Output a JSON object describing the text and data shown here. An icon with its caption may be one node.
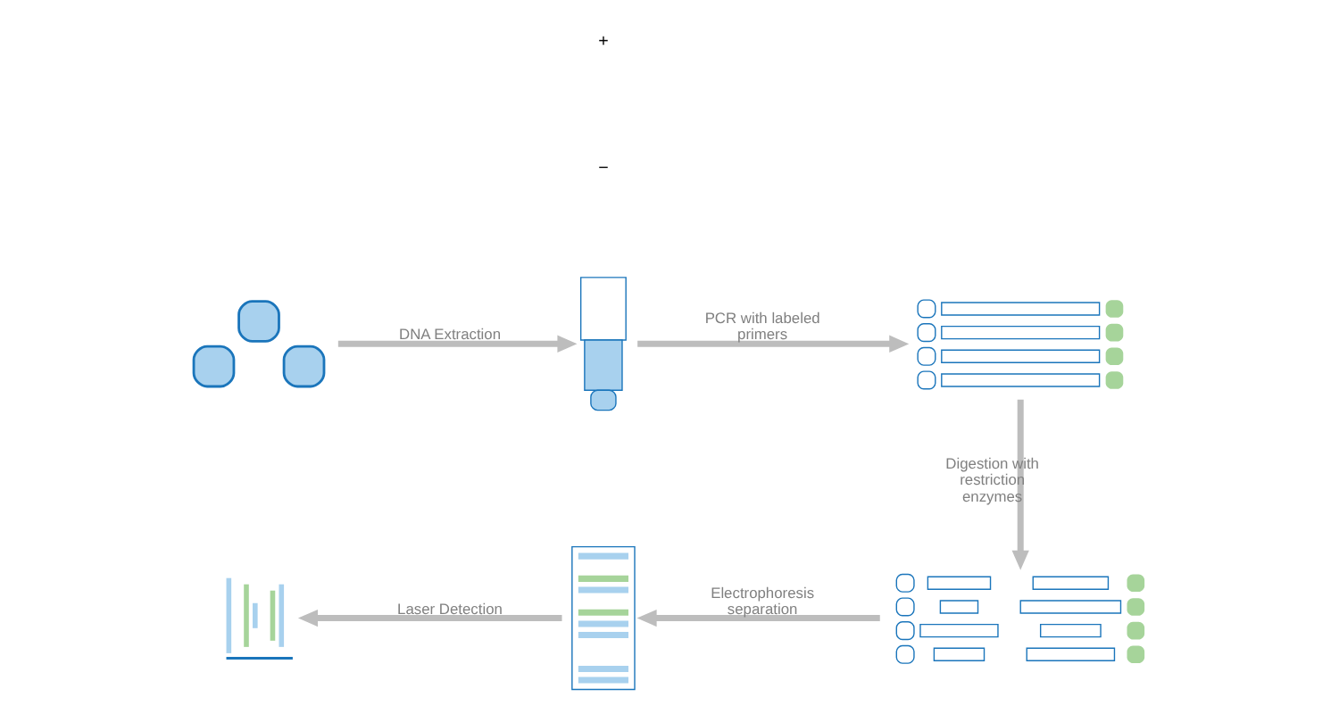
{
  "diagram": {
    "nodes": [
      {
        "text": [],
        "shape": "picture"
      },
      {
        "text": [],
        "shape": "picture"
      },
      {
        "text": [],
        "shape": "picture"
      },
      {
        "text": [],
        "shape": "picture"
      },
      {
        "text": [],
        "shape": "picture"
      },
      {
        "text": [],
        "shape": "picture"
      }
    ],
    "edges": [
      {
        "from": 0,
        "to": 1,
        "arrow": "to",
        "label": "DNA Extraction"
      },
      {
        "from": 1,
        "to": 2,
        "arrow": "to",
        "label": "PCR with labeled primers"
      },
      {
        "from": 2,
        "to": 3,
        "arrow": "to",
        "label": "Digestion with restriction enzymes"
      },
      {
        "from": 3,
        "to": 4,
        "arrow": "to",
        "label": "Electrophoresis separation"
      },
      {
        "from": 4,
        "to": 5,
        "arrow": "to",
        "label": "Laser Detection"
      }
    ],
    "labels": [
      "−",
      "+"
    ]
  }
}
